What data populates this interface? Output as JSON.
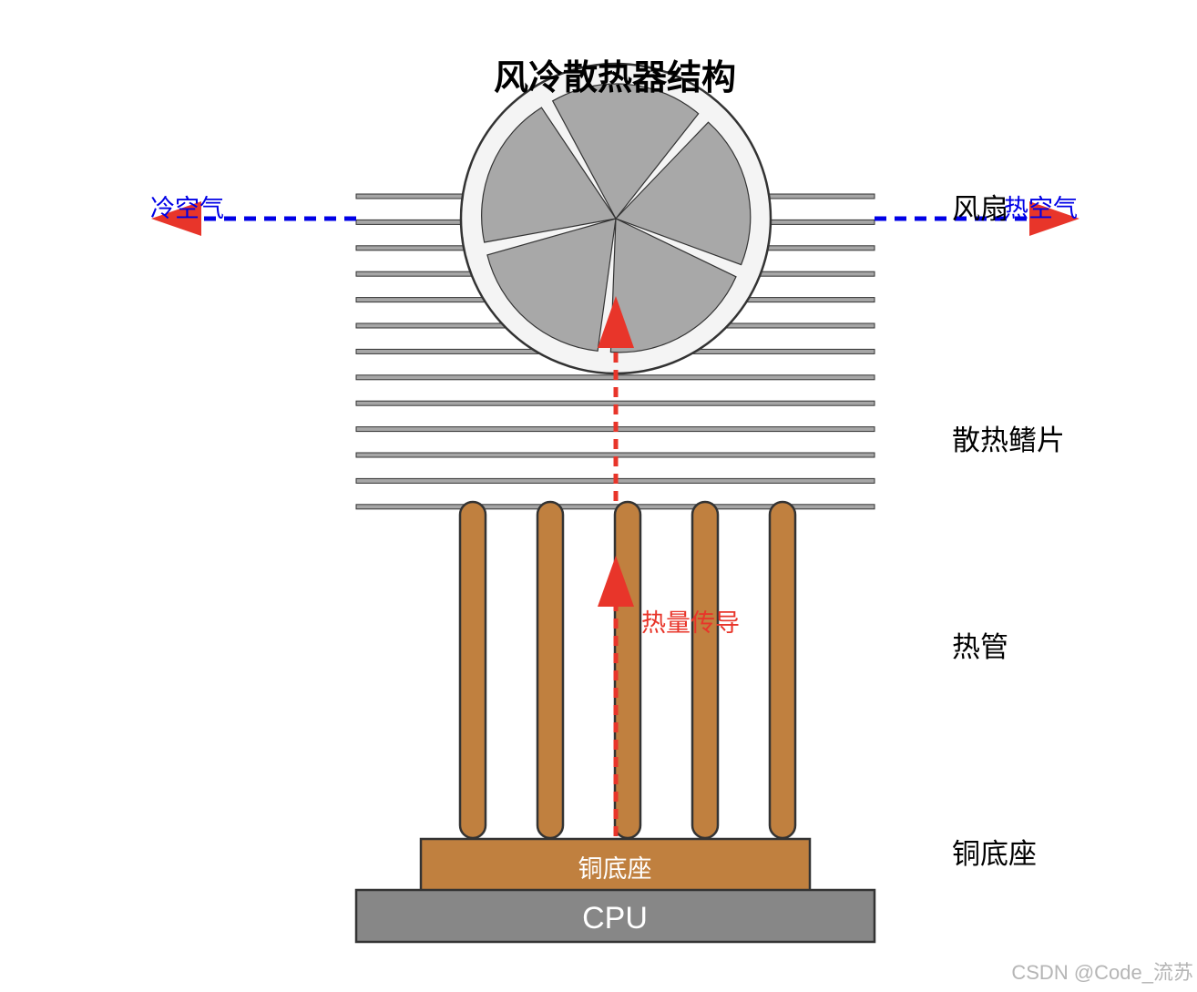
{
  "title": "风冷散热器结构",
  "labels": {
    "fan": "风扇",
    "fins": "散热鳍片",
    "heatpipe": "热管",
    "base": "铜底座"
  },
  "cold_air": "冷空气",
  "hot_air": "热空气",
  "heat_conduction": "热量传导",
  "base_label": "铜底座",
  "cpu_label": "CPU",
  "watermark": "CSDN @Code_流苏",
  "colors": {
    "copper": "#c0803f",
    "fin": "#a6a6a6",
    "cpu": "#878787",
    "blade": "#a8a8a8",
    "fan_ring": "#f4f4f4",
    "air_arrow": "#0000e6",
    "arrowhead": "#e8352a",
    "heat_arrow": "#e8352a",
    "outline": "#333333"
  },
  "structure": {
    "fin_count": 13,
    "heatpipe_count": 5,
    "fan_blade_count": 5
  }
}
